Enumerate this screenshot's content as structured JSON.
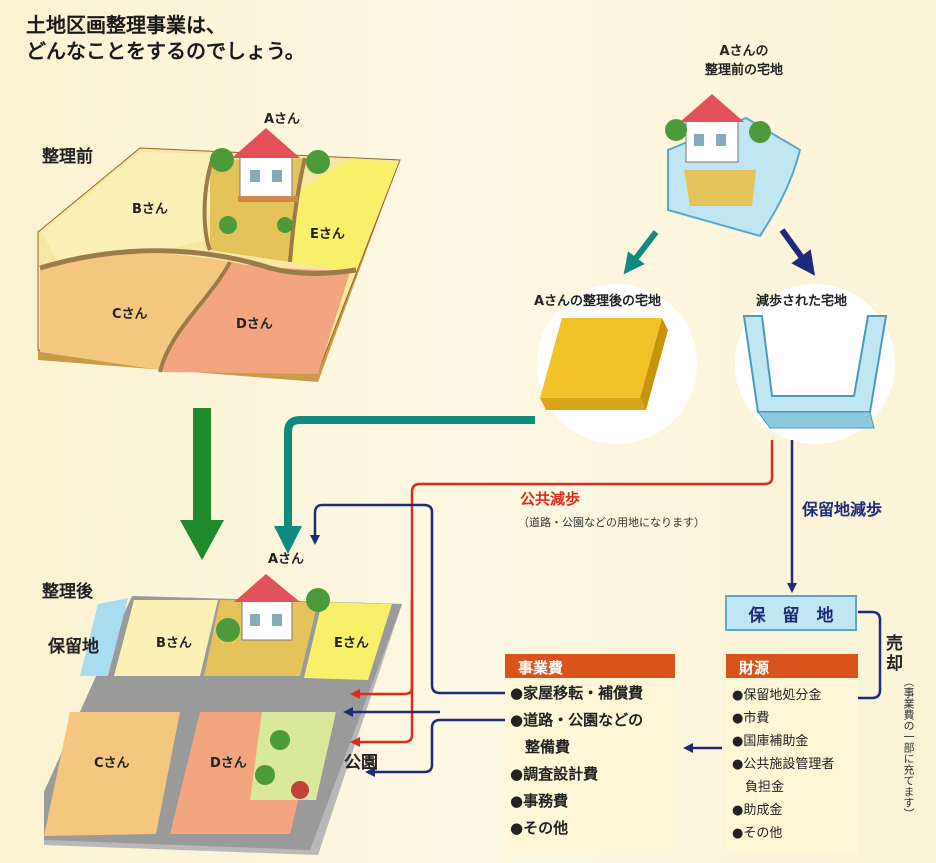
{
  "title": {
    "line1": "土地区画整理事業は、",
    "line2": "どんなことをするのでしょう。"
  },
  "before": {
    "label": "整理前",
    "owners": [
      "Aさん",
      "Bさん",
      "Cさん",
      "Dさん",
      "Eさん"
    ]
  },
  "after": {
    "label": "整理後",
    "reserve_label": "保留地",
    "park_label": "公園",
    "owners": [
      "Aさん",
      "Bさん",
      "Cさん",
      "Dさん",
      "Eさん"
    ]
  },
  "a_land": {
    "label": "Aさんの",
    "label2": "整理前の宅地"
  },
  "after_land_label": "Aさんの整理後の宅地",
  "reduced_land_label": "減歩された宅地",
  "public_reduction": {
    "label": "公共減歩",
    "note": "（道路・公園などの用地になります）"
  },
  "reserve_reduction": "保留地減歩",
  "reserve_box": "保　留　地",
  "sale": {
    "label": "売却",
    "note": "（事業費の一部に充てます）"
  },
  "project_cost": {
    "heading": "事業費",
    "items": [
      "●家屋移転・補償費",
      "●道路・公園などの",
      "　整備費",
      "●調査設計費",
      "●事務費",
      "●その他"
    ]
  },
  "funding": {
    "heading": "財源",
    "items": [
      "●保留地処分金",
      "●市費",
      "●国庫補助金",
      "●公共施設管理者",
      "　負担金",
      "●助成金",
      "●その他"
    ]
  },
  "colors": {
    "navy": "#1f2a78",
    "red": "#e02a1c",
    "teal": "#0f8a7e",
    "green": "#1f8a2c",
    "orange_head": "#d9541c",
    "light_blue": "#bfe6f2"
  }
}
